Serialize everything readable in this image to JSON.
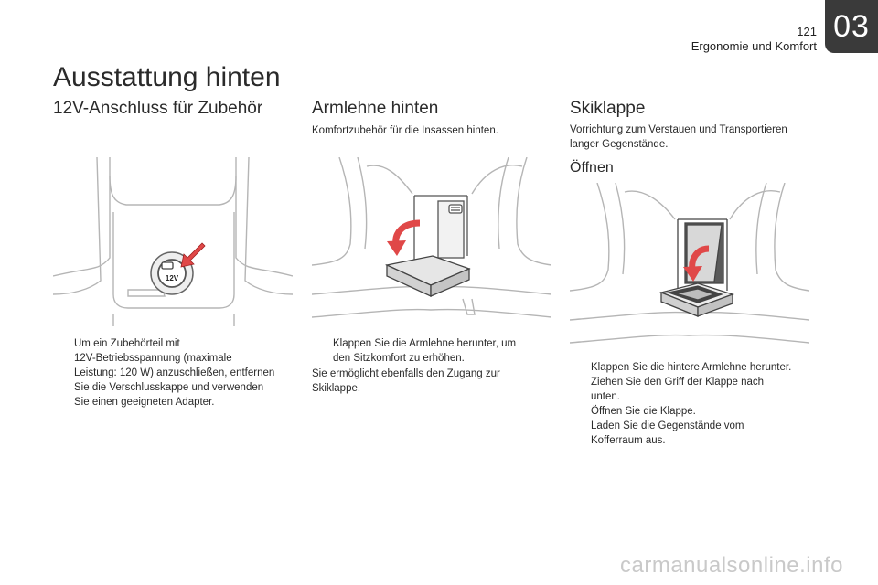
{
  "header": {
    "page_number": "121",
    "section": "Ergonomie und Komfort",
    "chapter": "03"
  },
  "title": "Ausstattung hinten",
  "col1": {
    "title": "12V-Anschluss für Zubehör",
    "illus_label": "12V",
    "bullets": [
      {
        "bullet": "",
        "lines": [
          "Um ein Zubehörteil mit",
          "12V-Betriebsspannung (maximale",
          "Leistung: 120 W) anzuschließen, entfernen",
          "Sie die Verschlusskappe und verwenden",
          "Sie einen geeigneten Adapter."
        ]
      }
    ]
  },
  "col2": {
    "title": "Armlehne hinten",
    "intro": "Komfortzubehör für die Insassen hinten.",
    "bullets": [
      {
        "bullet": "",
        "lines": [
          "Klappen Sie die Armlehne herunter, um",
          "den Sitzkomfort zu erhöhen."
        ]
      }
    ],
    "note_lines": [
      "Sie ermöglicht ebenfalls den Zugang zur",
      "Skiklappe."
    ]
  },
  "col3": {
    "title": "Skiklappe",
    "intro_lines": [
      "Vorrichtung zum Verstauen und Transportieren",
      "langer Gegenstände."
    ],
    "subtitle": "Öffnen",
    "bullets": [
      {
        "bullet": "",
        "lines": [
          "Klappen Sie die hintere Armlehne herunter."
        ]
      },
      {
        "bullet": "",
        "lines": [
          "Ziehen Sie den Griff der Klappe nach",
          "unten."
        ]
      },
      {
        "bullet": "",
        "lines": [
          "Öffnen Sie die Klappe."
        ]
      },
      {
        "bullet": "",
        "lines": [
          "Laden Sie die Gegenstände vom",
          "Kofferraum aus."
        ]
      }
    ]
  },
  "watermark": "carmanualsonline.info",
  "colors": {
    "line": "#b5b5b5",
    "arrow": "#e04848",
    "tab": "#3a3a3a"
  }
}
